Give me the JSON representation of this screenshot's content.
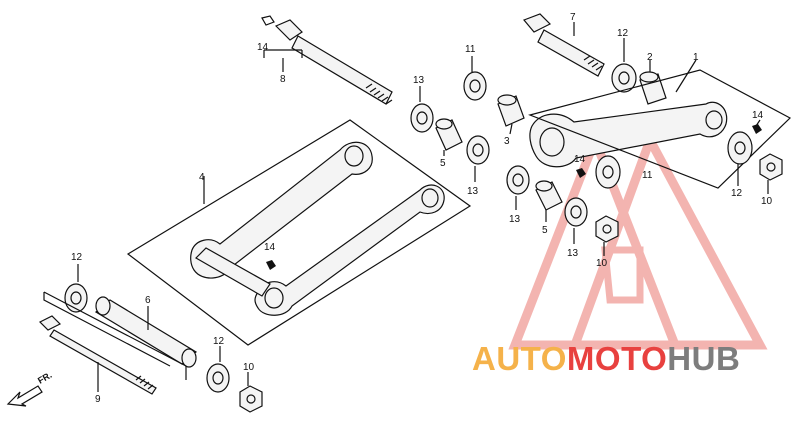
{
  "diagram": {
    "front_marker": "FR.",
    "labels": [
      {
        "id": "p14a",
        "text": "14"
      },
      {
        "id": "p8",
        "text": "8"
      },
      {
        "id": "p7",
        "text": "7"
      },
      {
        "id": "p12a",
        "text": "12"
      },
      {
        "id": "p2",
        "text": "2"
      },
      {
        "id": "p1",
        "text": "1"
      },
      {
        "id": "p11a",
        "text": "11"
      },
      {
        "id": "p13a",
        "text": "13"
      },
      {
        "id": "p3",
        "text": "3"
      },
      {
        "id": "p14b",
        "text": "14"
      },
      {
        "id": "p5a",
        "text": "5"
      },
      {
        "id": "p13b",
        "text": "13"
      },
      {
        "id": "p14c",
        "text": "14"
      },
      {
        "id": "p11b",
        "text": "11"
      },
      {
        "id": "p12b",
        "text": "12"
      },
      {
        "id": "p10a",
        "text": "10"
      },
      {
        "id": "p4",
        "text": "4"
      },
      {
        "id": "p13c",
        "text": "13"
      },
      {
        "id": "p5b",
        "text": "5"
      },
      {
        "id": "p13d",
        "text": "13"
      },
      {
        "id": "p10b",
        "text": "10"
      },
      {
        "id": "p14d",
        "text": "14"
      },
      {
        "id": "p12c",
        "text": "12"
      },
      {
        "id": "p6",
        "text": "6"
      },
      {
        "id": "p12d",
        "text": "12"
      },
      {
        "id": "p10c",
        "text": "10"
      },
      {
        "id": "p9",
        "text": "9"
      }
    ]
  },
  "watermark": {
    "word_1": "AUTO",
    "word_2": "MOTO",
    "word_3": "HUB",
    "color_orange": "#f5b24a",
    "color_red": "#e8413f",
    "color_gray": "#7d7d7d"
  }
}
